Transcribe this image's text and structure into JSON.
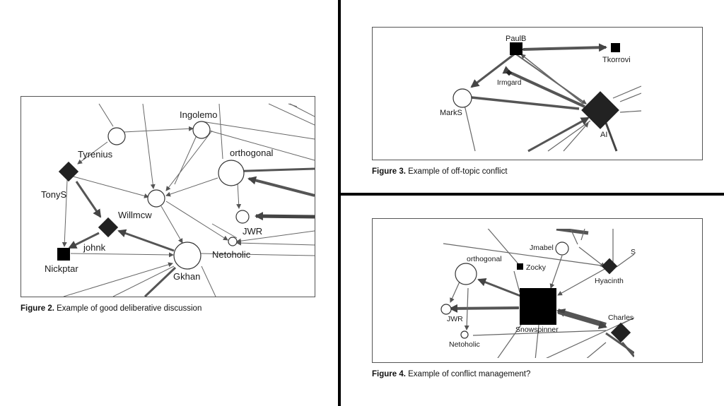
{
  "figures": {
    "fig2": {
      "caption_prefix": "Figure 2.",
      "caption_text": "Example of good deliberative discussion",
      "nodes": {
        "ingolemo": "Ingolemo",
        "tyrenius": "Tyrenius",
        "orthogonal": "orthogonal",
        "tonys": "TonyS",
        "willmcw": "Willmcw",
        "jwr": "JWR",
        "johnk": "johnk",
        "netoholic": "Netoholic",
        "nickptar": "Nickptar",
        "gkhan": "Gkhan"
      }
    },
    "fig3": {
      "caption_prefix": "Figure 3.",
      "caption_text": "Example of off-topic conflict",
      "nodes": {
        "paulb": "PaulB",
        "tkorrovi": "Tkorrovi",
        "irmgard": "Irmgard",
        "marks": "MarkS",
        "ai": "AI"
      }
    },
    "fig4": {
      "caption_prefix": "Figure 4.",
      "caption_text": "Example of conflict management?",
      "nodes": {
        "jmabel": "Jmabel",
        "s": "S",
        "orthogonal": "orthogonal",
        "zocky": "Zocky",
        "hyacinth": "Hyacinth",
        "jwr": "JWR",
        "charles": "Charles",
        "snowspinner": "Snowspinner",
        "netoholic": "Netoholic"
      }
    }
  }
}
